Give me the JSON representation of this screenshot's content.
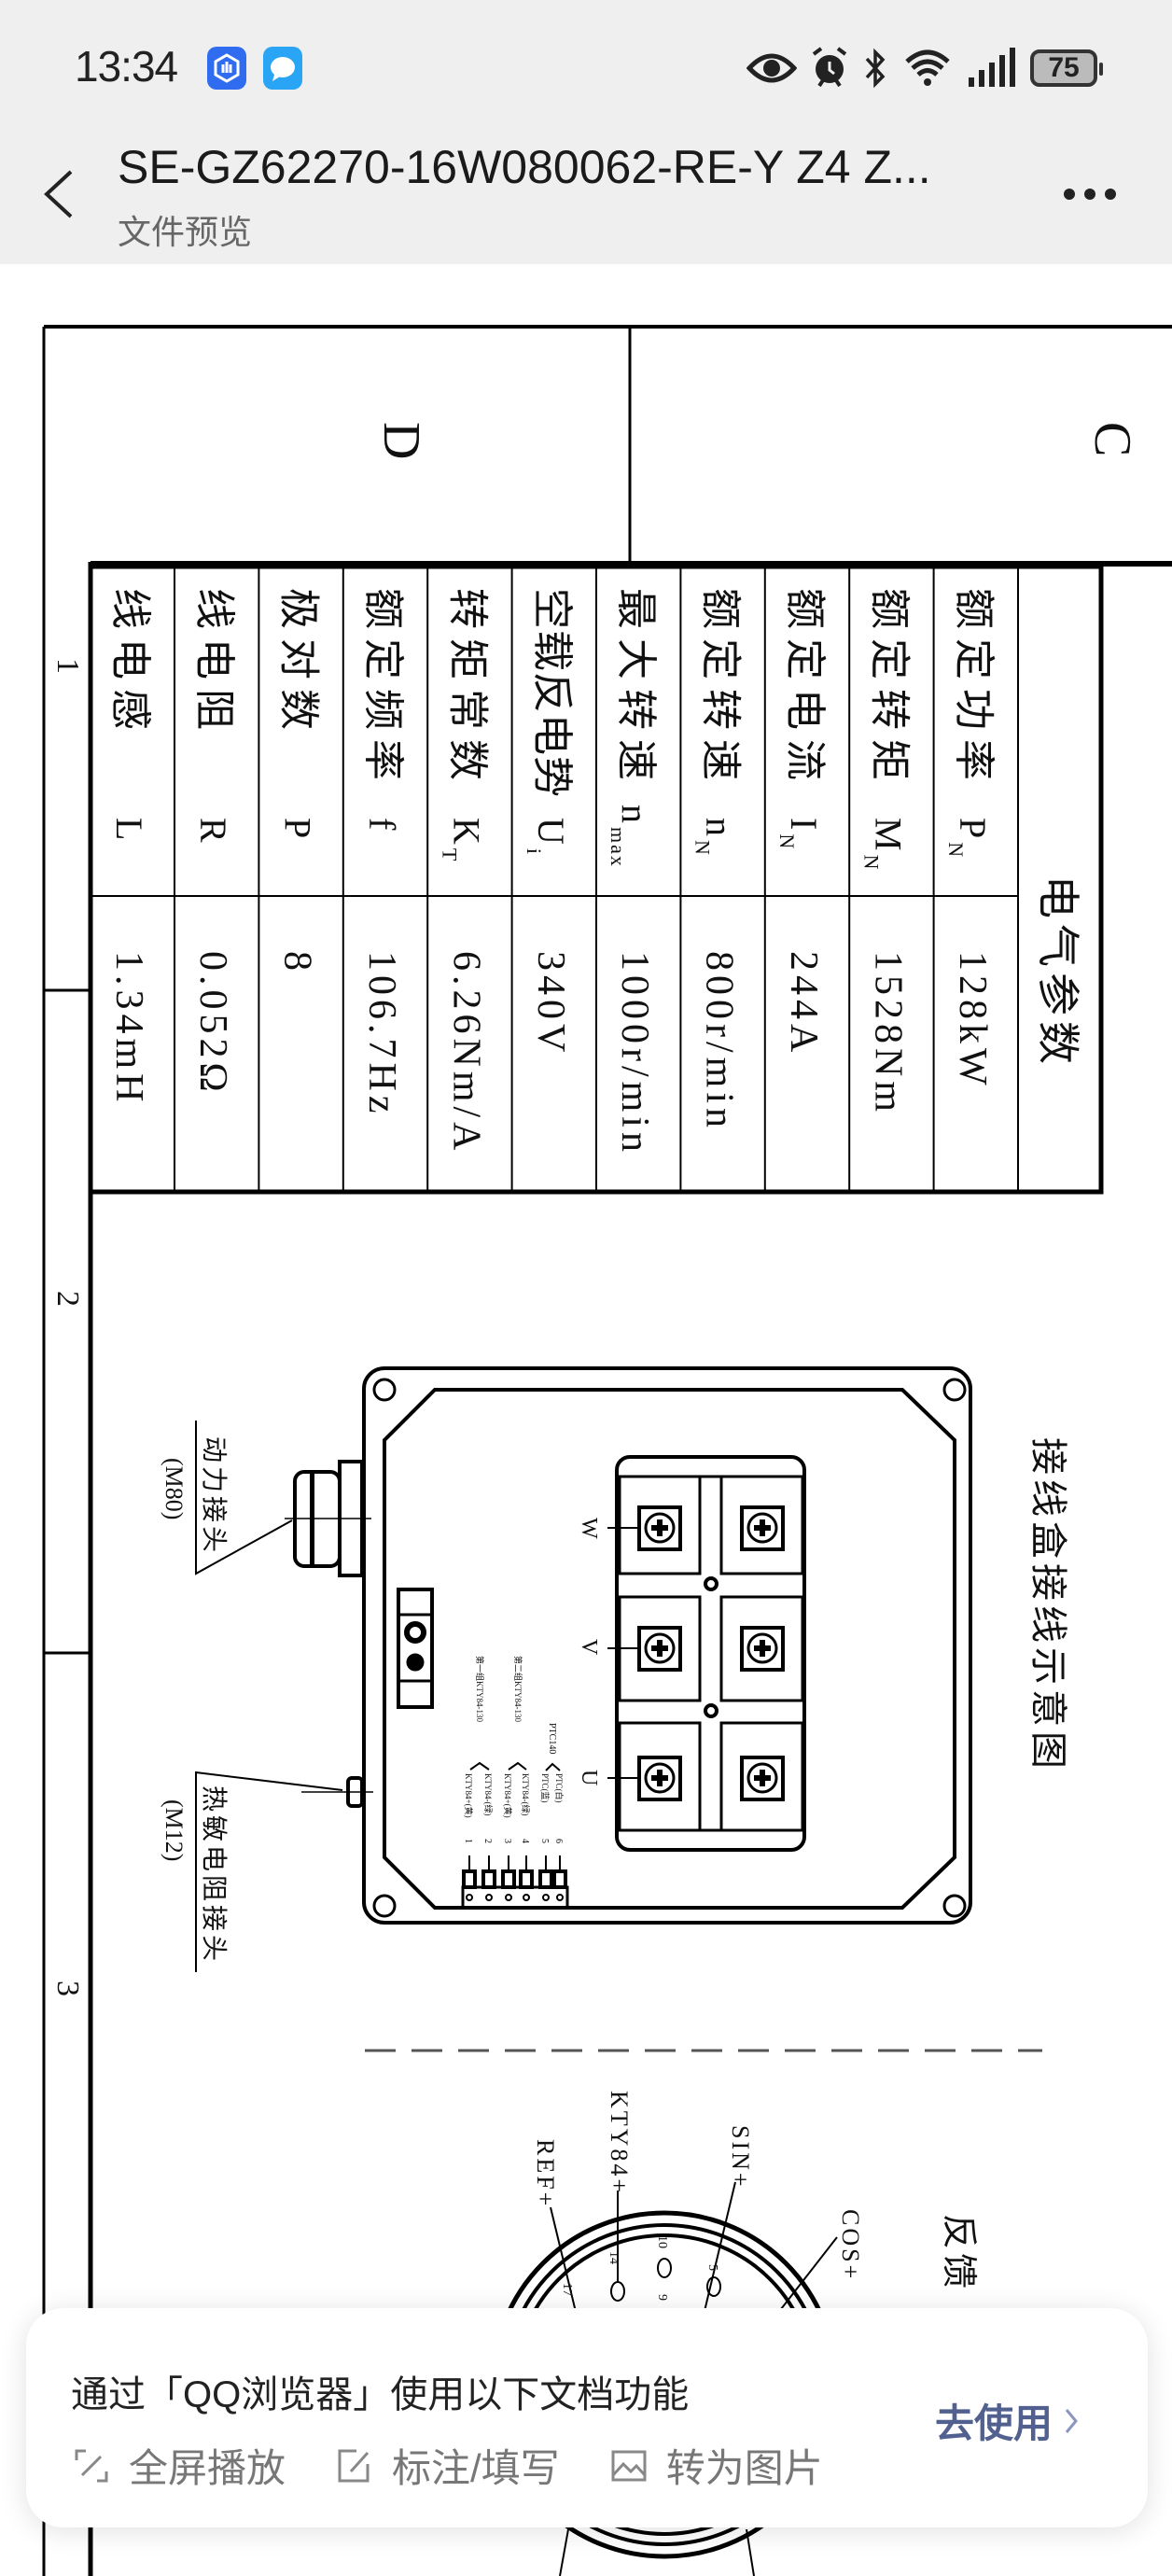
{
  "status_bar": {
    "time": "13:34",
    "battery": "75",
    "icons": [
      "accessibility-app-icon",
      "messages-app-icon",
      "eye-icon",
      "alarm-icon",
      "bluetooth-icon",
      "wifi-icon",
      "signal-icon",
      "battery-icon"
    ]
  },
  "header": {
    "title": "SE-GZ62270-16W080062-RE-Y Z4 Z...",
    "subtitle": "文件预览"
  },
  "drawing": {
    "zone_letters": [
      "D",
      "C"
    ],
    "zone_numbers": [
      "1",
      "2",
      "3"
    ],
    "table": {
      "title": "电气参数",
      "rows": [
        {
          "label": "额定功率",
          "symbol": "P",
          "sub": "N",
          "value": "128kW"
        },
        {
          "label": "额定转矩",
          "symbol": "M",
          "sub": "N",
          "value": "1528Nm"
        },
        {
          "label": "额定电流",
          "symbol": "I",
          "sub": "N",
          "value": "244A"
        },
        {
          "label": "额定转速",
          "symbol": "n",
          "sub": "N",
          "value": "800r/min"
        },
        {
          "label": "最大转速",
          "symbol": "n",
          "sub": "max",
          "value": "1000r/min"
        },
        {
          "label": "空载反电势",
          "symbol": "U",
          "sub": "i",
          "value": "340V"
        },
        {
          "label": "转矩常数",
          "symbol": "K",
          "sub": "T",
          "value": "6.26Nm/A"
        },
        {
          "label": "额定频率",
          "symbol": "f",
          "sub": "",
          "value": "106.7Hz"
        },
        {
          "label": "极对数",
          "symbol": "P",
          "sub": "",
          "value": "8"
        },
        {
          "label": "线电阻",
          "symbol": "R",
          "sub": "",
          "value": "0.052Ω"
        },
        {
          "label": "线电感",
          "symbol": "L",
          "sub": "",
          "value": "1.34mH"
        }
      ]
    },
    "junction_box": {
      "title": "接线盒接线示意图",
      "power_connector": "动力接头",
      "power_connector_size": "(M80)",
      "thermistor_connector": "热敏电阻接头",
      "thermistor_connector_size": "(M12)",
      "phases": [
        "W",
        "V",
        "U"
      ],
      "group1": "第一组KTY84-130",
      "group2": "第二组KTY84-130",
      "ptc_group": "PTC140",
      "pins": [
        {
          "num": "1",
          "label": "KTY84+(黄)"
        },
        {
          "num": "2",
          "label": "KTY84-(绿)"
        },
        {
          "num": "3",
          "label": "KTY84+(黄)"
        },
        {
          "num": "4",
          "label": "KTY84-(绿)"
        },
        {
          "num": "5",
          "label": "PTC(蓝)"
        },
        {
          "num": "6",
          "label": "PTC(白)"
        }
      ]
    },
    "feedback": {
      "title": "反馈",
      "signals": [
        "KTY84+",
        "REF+",
        "SIN+",
        "COS+"
      ],
      "pin_numbers": [
        "10",
        "14",
        "17",
        "5",
        "9"
      ]
    }
  },
  "popup": {
    "message": "通过「QQ浏览器」使用以下文档功能",
    "features": [
      "全屏播放",
      "标注/填写",
      "转为图片"
    ],
    "action": "去使用"
  },
  "colors": {
    "bar_bg": "#efefef",
    "action": "#51608f",
    "feature_gray": "#777777"
  }
}
